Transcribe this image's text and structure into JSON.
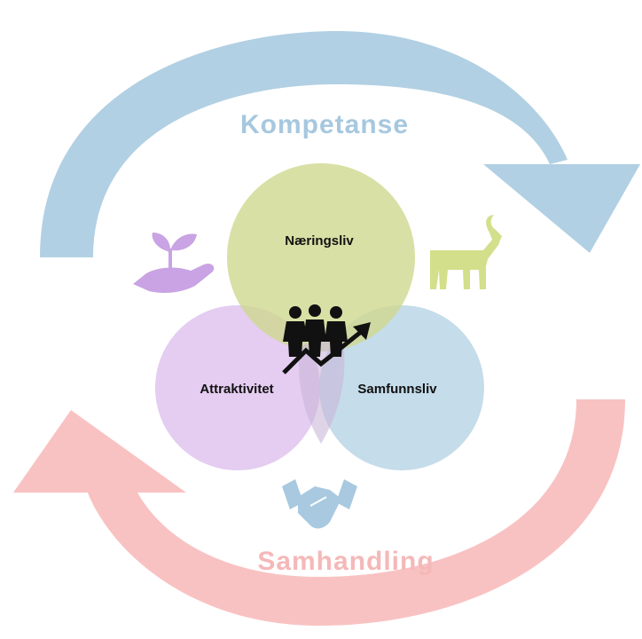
{
  "top_cycle": {
    "label": "Kompetanse",
    "color": "#b2d0e3"
  },
  "bottom_cycle": {
    "label": "Samhandling",
    "color": "#f9c2c2"
  },
  "circles": [
    {
      "id": "naeringsliv",
      "label": "Næringsliv",
      "color": "#ced88f"
    },
    {
      "id": "attraktivitet",
      "label": "Attraktivitet",
      "color": "#e1c8f0"
    },
    {
      "id": "samfunnsliv",
      "label": "Samfunnsliv",
      "color": "#b7d3e5"
    }
  ],
  "icons": {
    "plant_hand": {
      "name": "plant-hand-icon",
      "color": "#c9a3e3"
    },
    "goat": {
      "name": "goat-icon",
      "color": "#d3df8b"
    },
    "handshake": {
      "name": "handshake-icon",
      "color": "#a8c9e0"
    },
    "people_growth": {
      "name": "people-growth-icon",
      "color": "#111111"
    }
  }
}
